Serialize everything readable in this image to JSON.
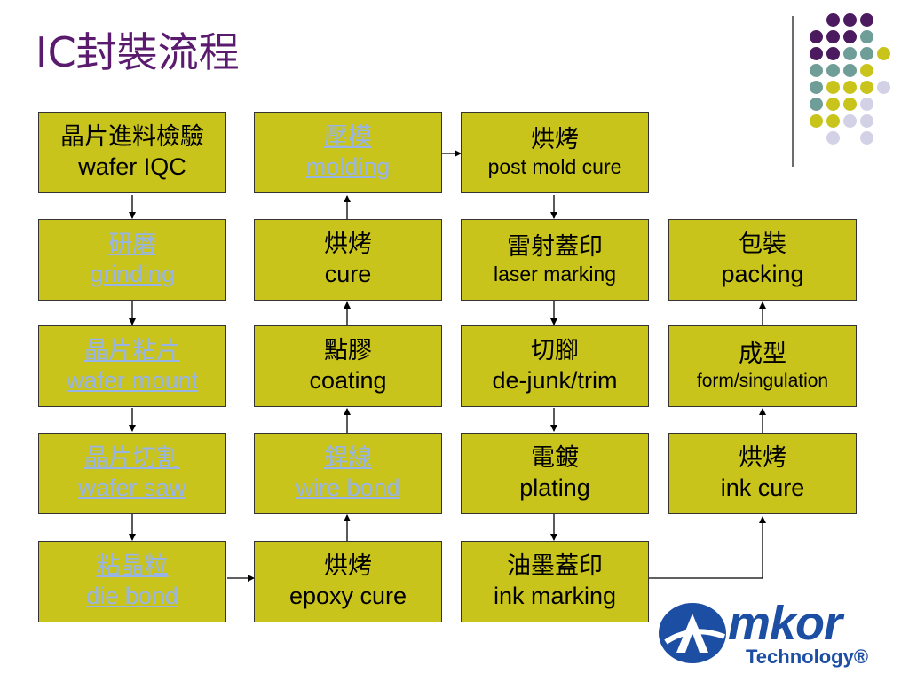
{
  "page_title": "IC封裝流程",
  "colors": {
    "box_fill": "#c9c41b",
    "title": "#5a1a6e",
    "link_text": "#98b4e6",
    "logo_blue": "#1c4ea3",
    "dot_purple": "#4b1a5f",
    "dot_teal": "#6f9d98",
    "dot_yellow": "#c9c41b",
    "dot_lavender": "#d3d1e6"
  },
  "steps": {
    "wafer_iqc": {
      "zh": "晶片進料檢驗",
      "en": "wafer IQC"
    },
    "grinding": {
      "zh": "研磨",
      "en": "grinding"
    },
    "wafer_mount": {
      "zh": "晶片粘片",
      "en": "wafer mount"
    },
    "wafer_saw": {
      "zh": "晶片切割",
      "en": "wafer saw"
    },
    "die_bond": {
      "zh": "粘晶粒",
      "en": "die bond"
    },
    "molding": {
      "zh": "壓模",
      "en": "molding"
    },
    "cure": {
      "zh": "烘烤",
      "en": "cure"
    },
    "coating": {
      "zh": "點膠",
      "en": "coating"
    },
    "wire_bond": {
      "zh": "銲線",
      "en": "wire bond"
    },
    "epoxy_cure": {
      "zh": "烘烤",
      "en": "epoxy cure"
    },
    "post_mold_cure": {
      "zh": "烘烤",
      "en": "post mold cure"
    },
    "laser_marking": {
      "zh": "雷射蓋印",
      "en": "laser marking"
    },
    "dejunk_trim": {
      "zh": "切腳",
      "en": "de-junk/trim"
    },
    "plating": {
      "zh": "電鍍",
      "en": "plating"
    },
    "ink_marking": {
      "zh": "油墨蓋印",
      "en": "ink marking"
    },
    "packing": {
      "zh": "包裝",
      "en": "packing"
    },
    "form_singulation": {
      "zh": "成型",
      "en": "form/singulation"
    },
    "ink_cure": {
      "zh": "烘烤",
      "en": "ink cure"
    }
  },
  "logo": {
    "name": "mkor",
    "subtitle": "Technology®"
  }
}
